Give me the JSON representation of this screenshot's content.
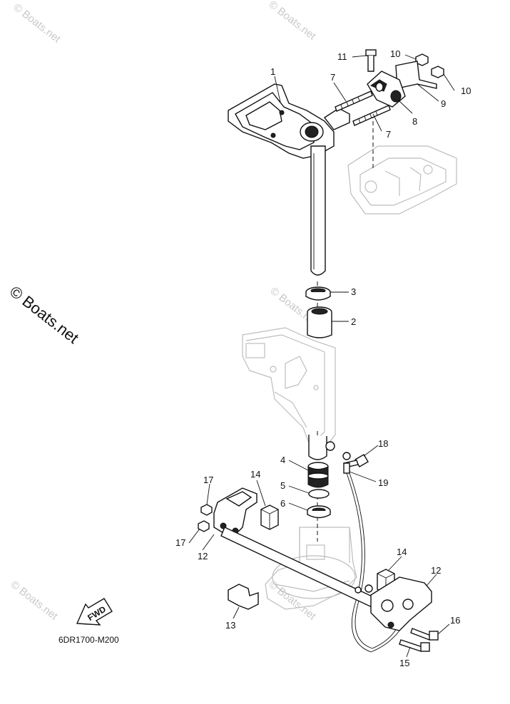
{
  "watermarks": {
    "top_left": "© Boats.net",
    "top_mid": "© Boats.net",
    "mid_big": "© Boats.net",
    "mid_small": "© Boats.net",
    "bottom_left": "© Boats.net",
    "bottom_mid": "© Boats.net"
  },
  "diagram_code": "6DR1700-M200",
  "fwd_label": "FWD",
  "callouts": {
    "c1": "1",
    "c2": "2",
    "c3": "3",
    "c4": "4",
    "c5": "5",
    "c6": "6",
    "c7a": "7",
    "c7b": "7",
    "c8": "8",
    "c9": "9",
    "c10a": "10",
    "c10b": "10",
    "c11": "11",
    "c12a": "12",
    "c12b": "12",
    "c13": "13",
    "c14a": "14",
    "c14b": "14",
    "c15": "15",
    "c16": "16",
    "c17a": "17",
    "c17b": "17",
    "c18": "18",
    "c19": "19"
  }
}
